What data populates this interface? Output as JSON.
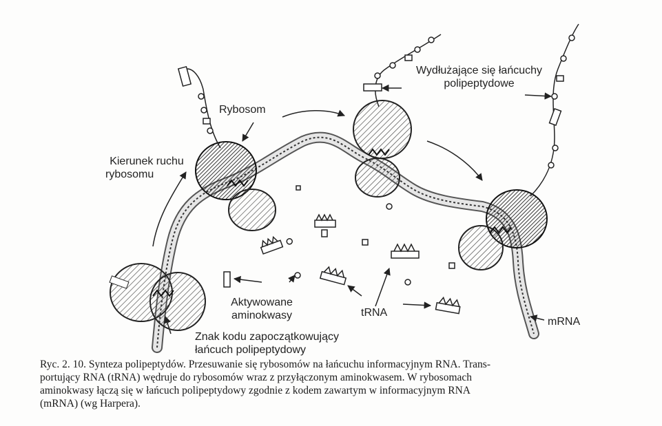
{
  "labels": {
    "rybosom": "Rybosom",
    "kierunek_line1": "Kierunek ruchu",
    "kierunek_line2": "rybosomu",
    "wydluzajace_line1": "Wydłużające się łańcuchy",
    "wydluzajace_line2": "polipeptydowe",
    "aktywowane_line1": "Aktywowane",
    "aktywowane_line2": "aminokwasy",
    "trna": "tRNA",
    "mrna": "mRNA",
    "znak_line1": "Znak kodu zapoczątkowujący",
    "znak_line2": "łańcuch polipeptydowy"
  },
  "caption": {
    "line1": "Ryc. 2. 10. Synteza polipeptydów. Przesuwanie się rybosomów na łańcuchu informacyjnym RNA. Trans-",
    "line2": "portujący RNA (tRNA) wędruje do rybosomów wraz z przyłączonym aminokwasem. W rybosomach",
    "line3": "aminokwasy łączą się w łańcuch polipeptydowy zgodnie z kodem zawartym w informacyjnym RNA",
    "line4": "(mRNA) (wg Harpera)."
  },
  "colors": {
    "ink": "#222222",
    "paper": "#fdfdfc",
    "shade": "#d9d9d9"
  }
}
